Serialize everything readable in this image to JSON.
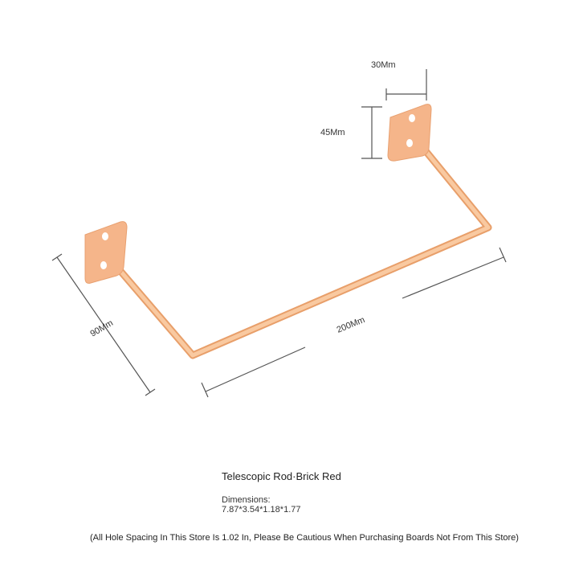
{
  "dimensions": {
    "width_label": "30Mm",
    "height_label": "45Mm",
    "depth_label": "90Mm",
    "length_label": "200Mm"
  },
  "product": {
    "title": "Telescopic Rod·Brick Red",
    "dimensions_label": "Dimensions:",
    "dimensions_value": "7.87*3.54*1.18*1.77",
    "note": "(All Hole Spacing In This Store Is 1.02 In, Please Be Cautious When Purchasing Boards Not From This Store)"
  },
  "colors": {
    "rod": "#f7ba8a",
    "rod_shade": "#e89f6a",
    "bracket": "#f5b58a",
    "hole": "#ffffff",
    "dimension_line": "#555555"
  }
}
